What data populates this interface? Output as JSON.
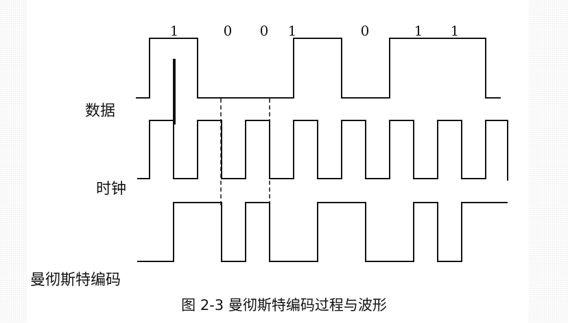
{
  "diagram": {
    "bits": [
      "1",
      "0",
      "0",
      "1",
      "0",
      "1",
      "1"
    ],
    "rows": {
      "data_label": "数据",
      "clock_label": "时钟",
      "manchester_label": "曼彻斯特编码"
    },
    "caption": "图 2-3 曼彻斯特编码过程与波形"
  },
  "colors": {
    "line": "#111111",
    "background": "#ffffff"
  }
}
